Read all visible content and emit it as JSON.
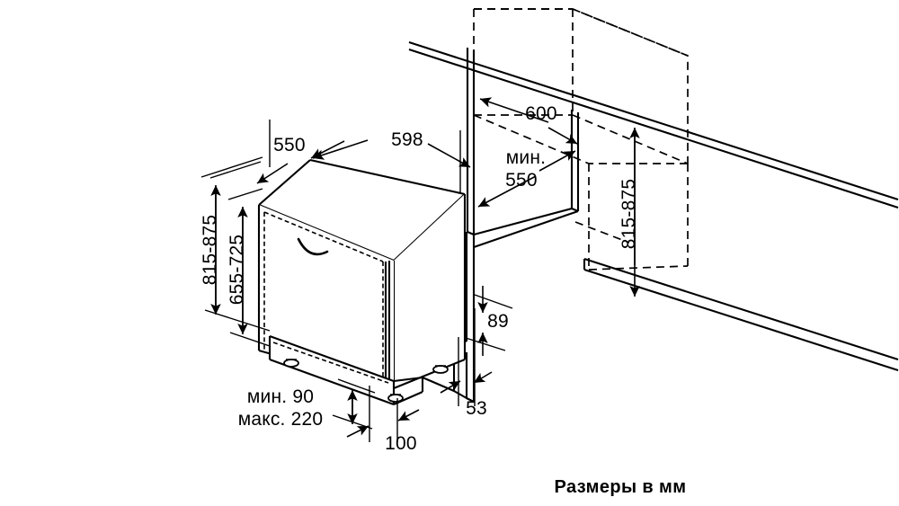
{
  "drawing": {
    "title": "Installation dimension drawing - built-in dishwasher",
    "caption": "Размеры в мм",
    "units": "мм",
    "line_color": "#000000",
    "background_color": "#ffffff"
  },
  "dimensions": {
    "appliance_depth": "550",
    "appliance_width": "598",
    "niche_height_outer": "815-875",
    "niche_height_inner": "655-725",
    "worktop_depth": "600",
    "niche_depth_min_prefix": "мин.",
    "niche_depth_min_value": "550",
    "niche_height_right": "815-875",
    "plinth_recess": "89",
    "plinth_offset": "53",
    "foot_offset": "100",
    "plinth_min": "мин. 90",
    "plinth_max": "макс. 220"
  },
  "labels": {
    "depth_550": "550",
    "width_598": "598",
    "height_815_875_left": "815-875",
    "height_655_725": "655-725",
    "worktop_600": "600",
    "min_word": "мин.",
    "min_550": "550",
    "height_815_875_right": "815-875",
    "dim_89": "89",
    "dim_53": "53",
    "dim_100": "100",
    "min_90": "мин. 90",
    "max_220": "макс. 220",
    "caption": "Размеры в мм"
  },
  "icons": {
    "handle": "door-handle-arc",
    "feet": "adjustable-foot"
  }
}
